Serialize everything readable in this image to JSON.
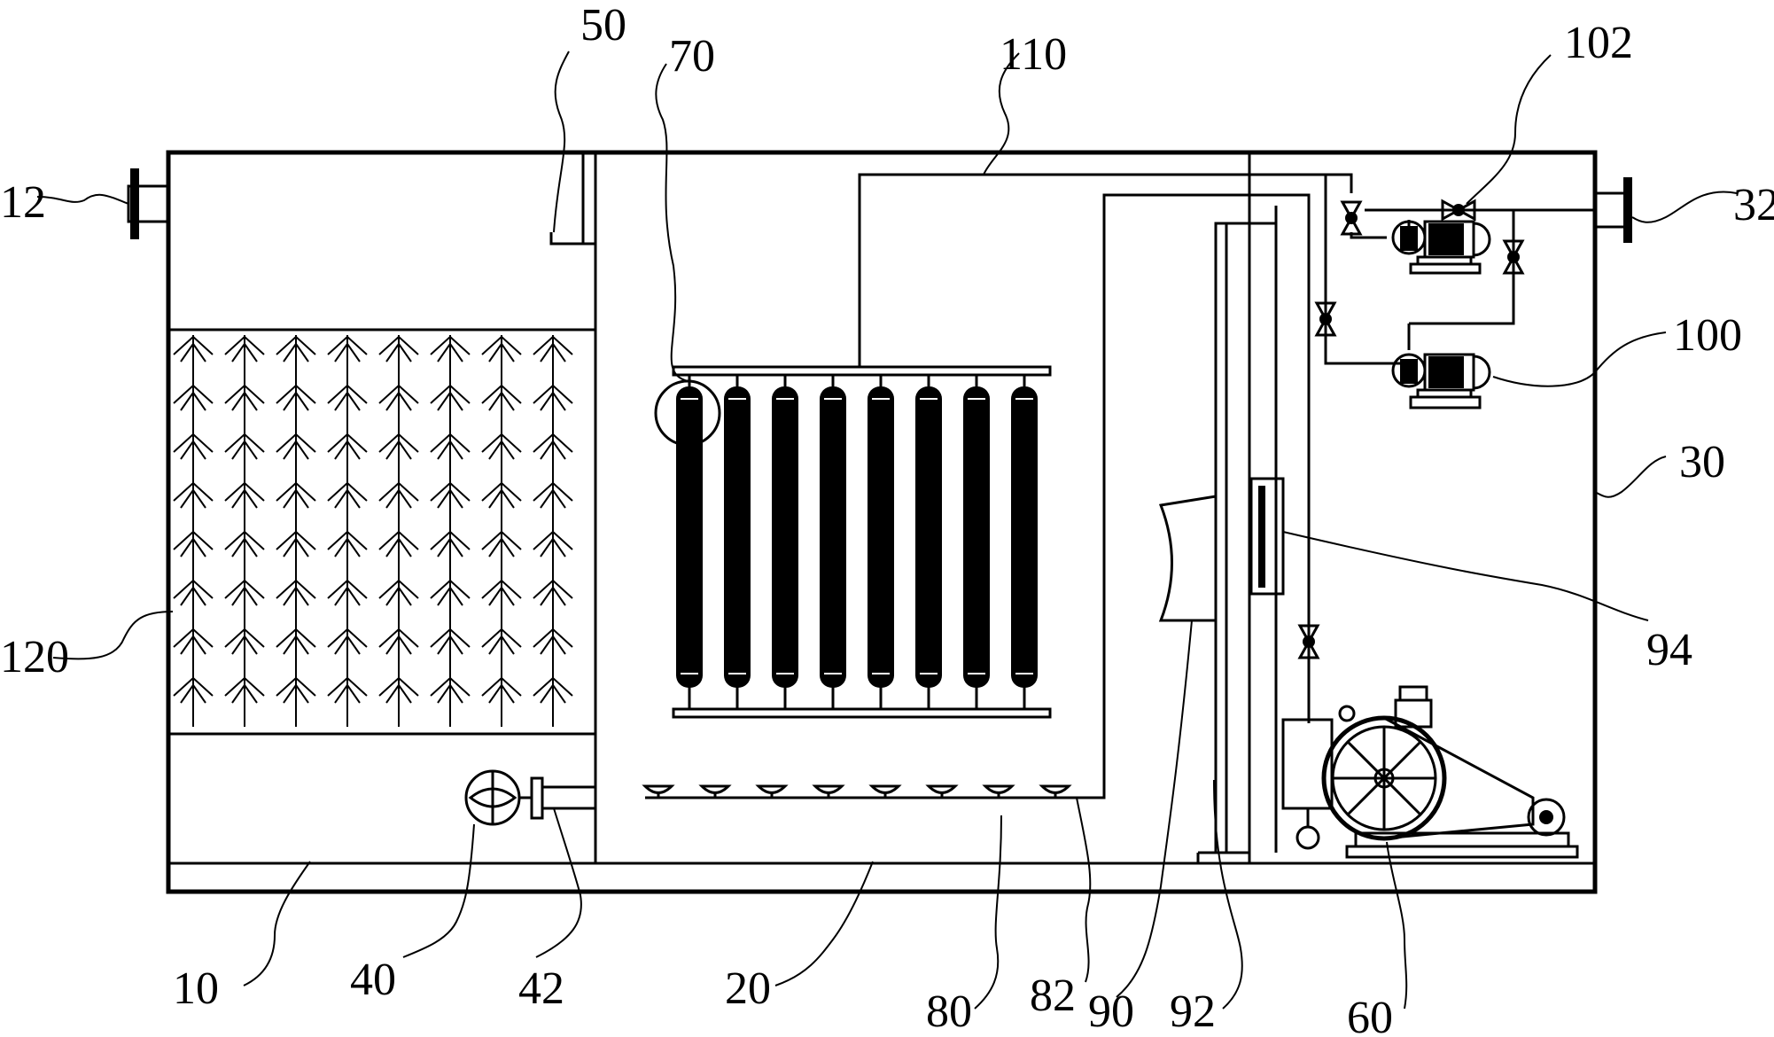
{
  "labels": {
    "l12": "12",
    "l50": "50",
    "l70": "70",
    "l110": "110",
    "l102": "102",
    "l32": "32",
    "l100": "100",
    "l30": "30",
    "l94": "94",
    "l120": "120",
    "l10": "10",
    "l40": "40",
    "l42": "42",
    "l20": "20",
    "l80": "80",
    "l82": "82",
    "l90": "90",
    "l92": "92",
    "l60": "60"
  },
  "colors": {
    "line": "#000000",
    "background": "#ffffff"
  }
}
